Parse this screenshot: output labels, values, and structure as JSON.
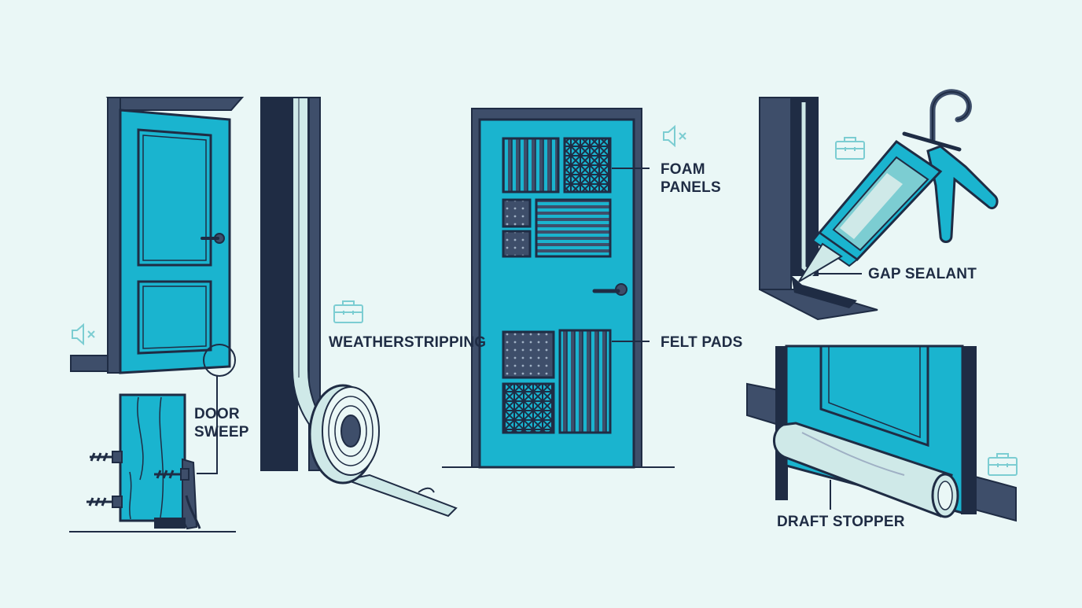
{
  "labels": {
    "door_sweep_line1": "DOOR",
    "door_sweep_line2": "SWEEP",
    "weatherstripping": "WEATHERSTRIPPING",
    "foam_panels_line1": "FOAM",
    "foam_panels_line2": "PANELS",
    "felt_pads": "FELT PADS",
    "gap_sealant": "GAP SEALANT",
    "draft_stopper": "DRAFT STOPPER"
  },
  "colors": {
    "background": "#eaf7f6",
    "door_teal": "#1ab4cf",
    "outline_navy": "#1f2c44",
    "frame_slate": "#3e4e6a",
    "accent_light_teal": "#7ccdd2",
    "pale_fill": "#cfe9e8"
  },
  "icons": {
    "mute": "speaker-mute-icon",
    "toolbox": "toolbox-icon"
  }
}
